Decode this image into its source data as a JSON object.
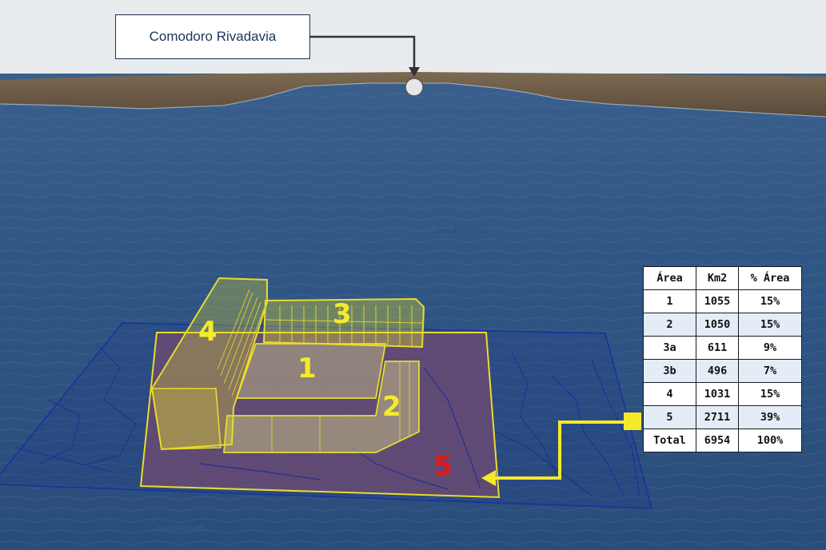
{
  "callout": {
    "label": "Comodoro Rivadavia"
  },
  "map_labels": {
    "sea": "Mar Argentino",
    "watermark": "Google Earth"
  },
  "areas": {
    "a1": "1",
    "a2": "2",
    "a3": "3",
    "a4": "4",
    "a5": "5"
  },
  "colors": {
    "sea": "#2d4f78",
    "land": "#6e5c48",
    "sky": "#e8ecef",
    "highlight": "#f5ea2a",
    "area5_label": "#e01818",
    "grid": "#1a2fa0"
  },
  "table": {
    "headers": [
      "Área",
      "Km2",
      "% Área"
    ],
    "rows": [
      [
        "1",
        "1055",
        "15%"
      ],
      [
        "2",
        "1050",
        "15%"
      ],
      [
        "3a",
        "611",
        "9%"
      ],
      [
        "3b",
        "496",
        "7%"
      ],
      [
        "4",
        "1031",
        "15%"
      ],
      [
        "5",
        "2711",
        "39%"
      ],
      [
        "Total",
        "6954",
        "100%"
      ]
    ]
  }
}
